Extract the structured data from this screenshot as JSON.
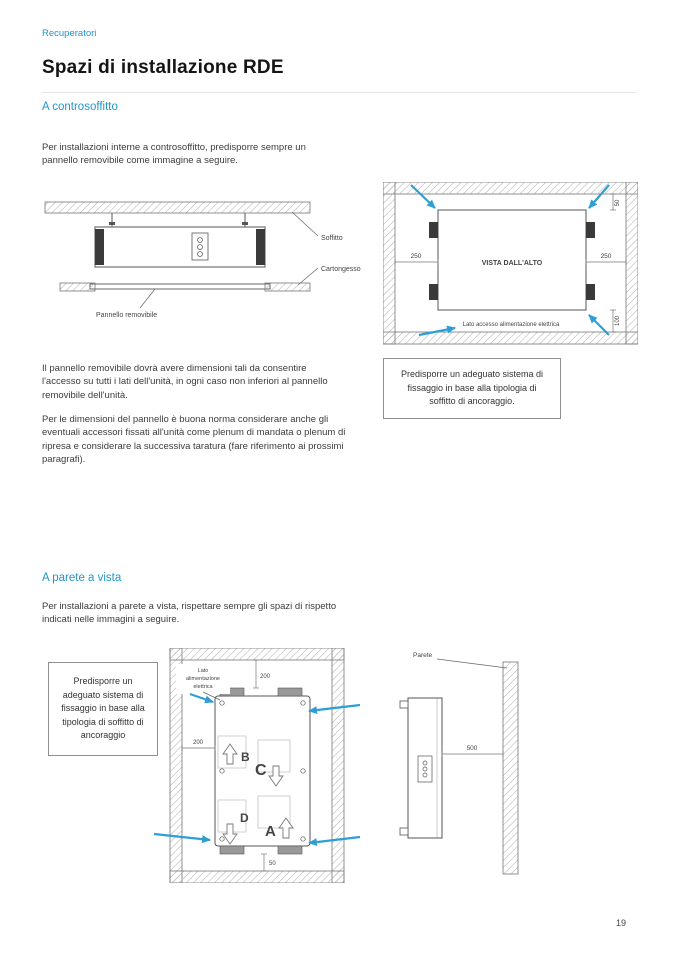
{
  "page": {
    "eyebrow": "Recuperatori",
    "title": "Spazi di installazione RDE",
    "page_number": "19"
  },
  "colors": {
    "accent": "#2196c9"
  },
  "section_controsoffitto": {
    "subtitle": "A controsoffitto",
    "intro": "Per installazioni interne a controsoffitto, predisporre sempre un pannello removibile come immagine a seguire.",
    "para_access": "Il pannello removibile dovrà avere dimensioni tali da consentire l'accesso su tutti i lati dell'unità, in ogni caso non inferiori al pannello removibile dell'unità.",
    "para_plenum": "Per le dimensioni del pannello è buona norma considerare anche gli eventuali accessori fissati all'unità come plenum di mandata o plenum di ripresa e considerare la successiva taratura (fare riferimento ai prossimi paragrafi).",
    "note": "Predisporre un adeguato sistema di fissaggio in base alla tipologia di soffitto di ancoraggio.",
    "section_diagram": {
      "soffitto": "Soffitto",
      "cartongesso": "Cartongesso",
      "pannello": "Pannello removibile"
    },
    "top_view": {
      "title": "VISTA DALL'ALTO",
      "dim_left": "250",
      "dim_right": "250",
      "dim_top": "50",
      "dim_bottom": "100",
      "access_label": "Lato accesso alimentazione elettrica"
    }
  },
  "section_parete": {
    "subtitle": "A parete a vista",
    "intro": "Per installazioni a parete a vista, rispettare sempre gli spazi di rispetto indicati nelle immagini a seguire.",
    "note": "Predisporre un adeguato sistema di fissaggio in base alla tipologia di soffitto di ancoraggio",
    "front_view": {
      "power_label_l1": "Lato",
      "power_label_l2": "alimentazione",
      "power_label_l3": "elettrica",
      "dim_top": "200",
      "dim_left": "200",
      "dim_bottom": "50",
      "letter_a": "A",
      "letter_b": "B",
      "letter_c": "C",
      "letter_d": "D"
    },
    "side_view": {
      "wall_label": "Parete",
      "dim_clearance": "500"
    }
  }
}
